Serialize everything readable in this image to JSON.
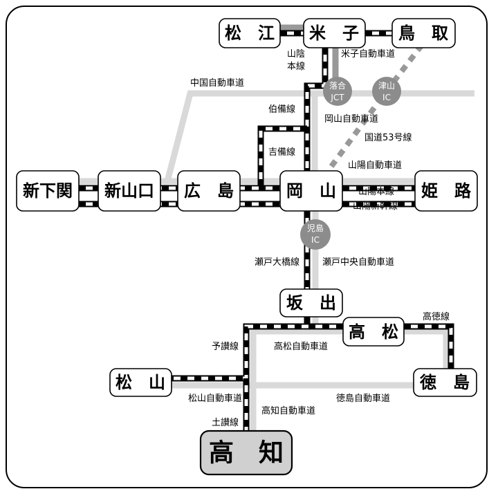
{
  "map": {
    "title": "",
    "cities": {
      "matsue": "松　江",
      "yonago": "米　子",
      "tottori": "鳥　取",
      "shimonoseki": "新下関",
      "shinyamaguchi": "新山口",
      "hiroshima": "広　島",
      "okayama": "岡　山",
      "himeji": "姫　路",
      "sakaide": "坂　出",
      "takamatsu": "高　松",
      "matsuyama": "松　山",
      "tokushima": "徳　島",
      "kochi": "高　知"
    },
    "interchanges": {
      "ochiai": [
        "落合",
        "JCT"
      ],
      "tsuyama": [
        "津山",
        "IC"
      ],
      "kojima": [
        "児島",
        "IC"
      ]
    },
    "rail_lines": {
      "sanin_1": "山陰",
      "sanin_2": "本線",
      "hakubi": "伯備線",
      "kibi": "吉備線",
      "sanyo_main": "山陽本線",
      "sanyo_shinkansen": "山陽新幹線",
      "seto_ohashi": "瀬戸大橋線",
      "yosan": "予讃線",
      "dosan": "土讃線",
      "kotoku": "高徳線"
    },
    "roads": {
      "yonago_exp": "米子自動車道",
      "chugoku_exp": "中国自動車道",
      "okayama_exp": "岡山自動車道",
      "route53": "国道53号線",
      "sanyo_exp": "山陽自動車道",
      "seto_chuo_exp": "瀬戸中央自動車道",
      "takamatsu_exp": "高松自動車道",
      "matsuyama_exp": "松山自動車道",
      "kochi_exp": "高知自動車道",
      "tokushima_exp": "徳島自動車道"
    },
    "highlighted_city": "kochi",
    "colors": {
      "highway": "#d9d9d9",
      "highway_dark": "#999999",
      "interchange": "#8c8c8c",
      "highlight_fill": "#d0d0d0"
    }
  }
}
